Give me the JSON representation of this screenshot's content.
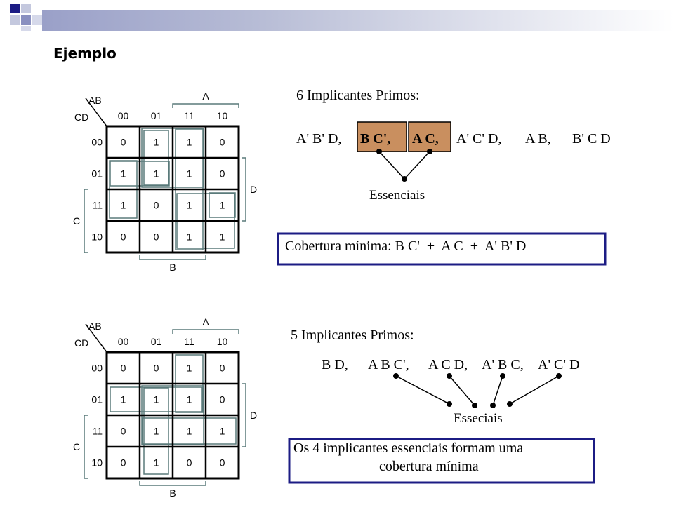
{
  "title": "Ejemplo",
  "colors": {
    "accent": "#1c1c84",
    "header_light": "#b8bdd6",
    "highlight_fill": "#c98f5f",
    "group_line": "#5a7a7a"
  },
  "examples": [
    {
      "kmap": {
        "corner_top": "AB",
        "corner_bottom": "CD",
        "col_headers": [
          "00",
          "01",
          "11",
          "10"
        ],
        "row_headers": [
          "00",
          "01",
          "11",
          "10"
        ],
        "cells": [
          [
            "0",
            "1",
            "1",
            "0"
          ],
          [
            "1",
            "1",
            "1",
            "0"
          ],
          [
            "1",
            "0",
            "1",
            "1"
          ],
          [
            "0",
            "0",
            "1",
            "1"
          ]
        ],
        "var_top": "A",
        "var_right": "D",
        "var_left": "C",
        "var_bottom": "B"
      },
      "heading": "6 Implicantes Primos:",
      "implicants": [
        "A' B' D,",
        "B C',",
        "A C,",
        "A' C' D,",
        "A B,",
        "B' C D"
      ],
      "label": "Essenciais",
      "box_text": [
        "Cobertura mínima: B C'  +  A C  +  A' B' D"
      ]
    },
    {
      "kmap": {
        "corner_top": "AB",
        "corner_bottom": "CD",
        "col_headers": [
          "00",
          "01",
          "11",
          "10"
        ],
        "row_headers": [
          "00",
          "01",
          "11",
          "10"
        ],
        "cells": [
          [
            "0",
            "0",
            "1",
            "0"
          ],
          [
            "1",
            "1",
            "1",
            "0"
          ],
          [
            "0",
            "1",
            "1",
            "1"
          ],
          [
            "0",
            "1",
            "0",
            "0"
          ]
        ],
        "var_top": "A",
        "var_right": "D",
        "var_left": "C",
        "var_bottom": "B"
      },
      "heading": "5 Implicantes Primos:",
      "implicants": [
        "B D,",
        "A B C',",
        "A C D,",
        "A' B C,",
        "A' C' D"
      ],
      "label": "Esseciais",
      "box_text": [
        "Os 4 implicantes essenciais formam uma",
        "cobertura mínima"
      ]
    }
  ]
}
